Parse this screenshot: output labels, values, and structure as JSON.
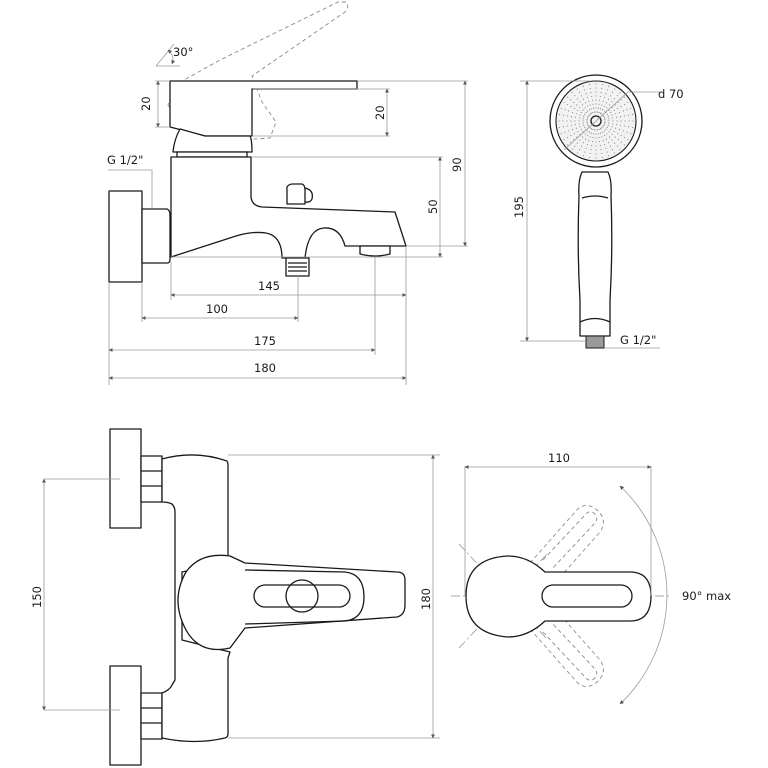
{
  "drawing": {
    "title": "Bath mixer technical drawing",
    "colors": {
      "line": "#1a1a1a",
      "dimension": "#9a9a9a",
      "background": "#ffffff"
    }
  },
  "side_view": {
    "angle_label": "30°",
    "thread_label": "G 1/2\"",
    "dims": {
      "lever_height": "20",
      "lever_height_right": "20",
      "total_height": "90",
      "spout_height": "50",
      "spout_to_outlet": "145",
      "wall_to_outlet": "100",
      "wall_to_aerator": "175",
      "total_length": "180"
    }
  },
  "hand_shower": {
    "diameter_label": "d 70",
    "length_label": "195",
    "thread_label": "G 1/2\""
  },
  "front_view": {
    "centers_label": "150",
    "height_label": "180"
  },
  "top_view": {
    "width_label": "110",
    "rotation_label": "90° max"
  }
}
